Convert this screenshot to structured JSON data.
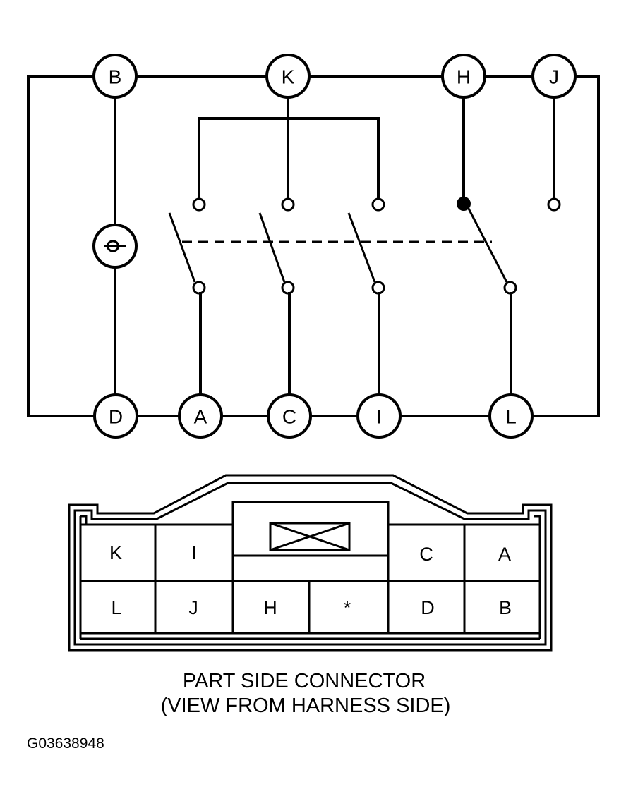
{
  "schematic": {
    "terminals_top": [
      "B",
      "K",
      "H",
      "J"
    ],
    "terminals_bottom": [
      "D",
      "A",
      "C",
      "I",
      "L"
    ]
  },
  "connector": {
    "top_row": [
      "K",
      "I",
      "",
      "C",
      "A"
    ],
    "bottom_row": [
      "L",
      "J",
      "H",
      "*",
      "D",
      "B"
    ]
  },
  "caption": {
    "line1": "PART SIDE CONNECTOR",
    "line2": "(VIEW FROM HARNESS SIDE)"
  },
  "figure_id": "G03638948"
}
